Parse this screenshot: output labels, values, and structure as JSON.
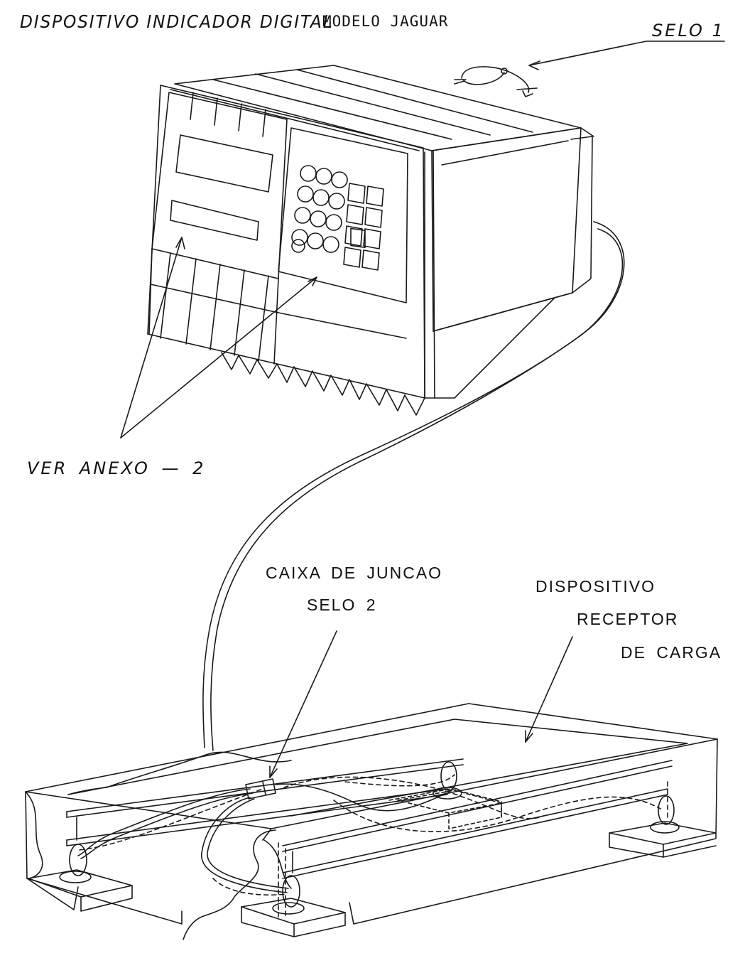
{
  "labels": {
    "title": "DISPOSITIVO INDICADOR DIGITAL",
    "model": "MODELO JAGUAR",
    "seal_1": "SELO 1",
    "see_annex": "VER ANEXO — 2",
    "junction_box": "CAIXA DE JUNCAO",
    "seal_2": "SELO 2",
    "receiver_line1": "DISPOSITIVO",
    "receiver_line2": "RECEPTOR",
    "receiver_line3": "DE CARGA"
  },
  "colors": {
    "line": "#1a1a1a",
    "background": "#ffffff"
  }
}
